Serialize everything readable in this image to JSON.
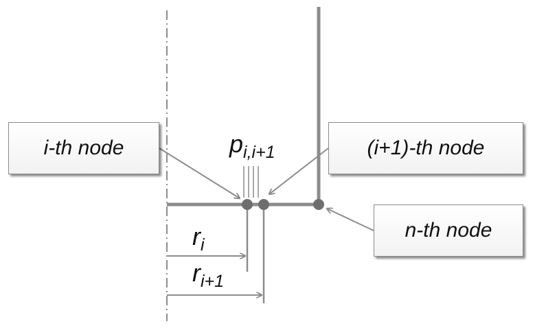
{
  "labels": {
    "i_node": "i-th node",
    "i1_node": "(i+1)-th node",
    "n_node": "n-th node",
    "p_main": "p",
    "p_sub": "i,i+1",
    "r_i_main": "r",
    "r_i_sub": "i",
    "r_i1_main": "r",
    "r_i1_sub": "i+1"
  },
  "colors": {
    "line": "#8c8c8c",
    "node": "#6e6e6e",
    "text": "#111111"
  }
}
